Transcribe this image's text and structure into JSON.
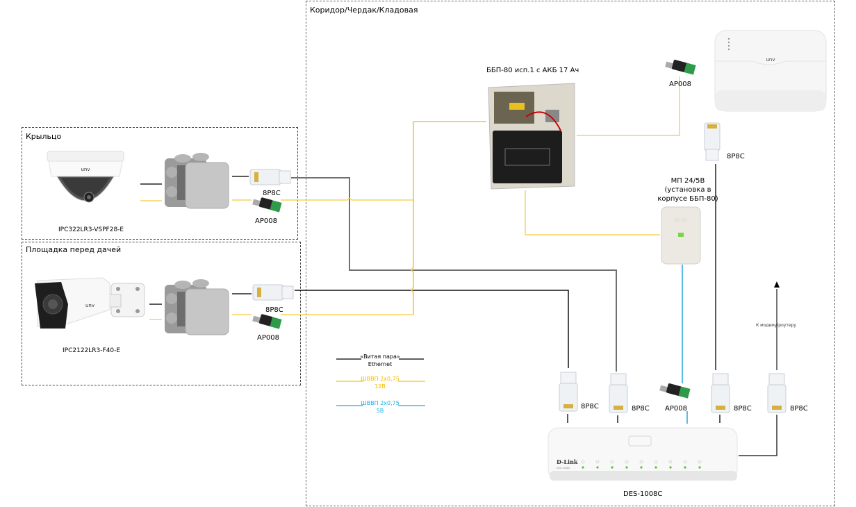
{
  "zones": {
    "main": {
      "title": "Коридор/Чердак/Кладовая"
    },
    "porch": {
      "title": "Крыльцо"
    },
    "yard": {
      "title": "Площадка перед дачей"
    }
  },
  "devices": {
    "dome_camera": {
      "label": "IPC322LR3-VSPF28-E",
      "brand": "unv"
    },
    "bullet_camera": {
      "label": "IPC2122LR3-F40-E",
      "brand": "unv"
    },
    "psu": {
      "label": "ББП-80 исп.1 с АКБ 17 Ач"
    },
    "nvr": {
      "brand": "unv"
    },
    "converter": {
      "label_line1": "МП 24/5В",
      "label_line2": "(установка в",
      "label_line3": "корпусе ББП-80)",
      "brand": "BOLID"
    },
    "switch": {
      "label": "DES-1008C",
      "brand": "D-Link",
      "model_small": "DES-1008C"
    }
  },
  "connectors": {
    "rj45_label": "8P8C",
    "dc_label": "AP008"
  },
  "uplink": {
    "label": "К модему/роутеру"
  },
  "legend": [
    {
      "line1": "«Витая пара»",
      "line2": "Ethernet",
      "color": "#000000"
    },
    {
      "line1": "ШВВП 2х0,75",
      "line2": "12В",
      "color": "#f5c400"
    },
    {
      "line1": "ШВВП 2х0,75",
      "line2": "5В",
      "color": "#1aaee5"
    }
  ],
  "colors": {
    "ethernet": "#1a1a1a",
    "ethernet_gray": "#6e6e6e",
    "power_12v": "#f7d35a",
    "power_5v": "#22a9de",
    "zone_border": "#555555"
  }
}
